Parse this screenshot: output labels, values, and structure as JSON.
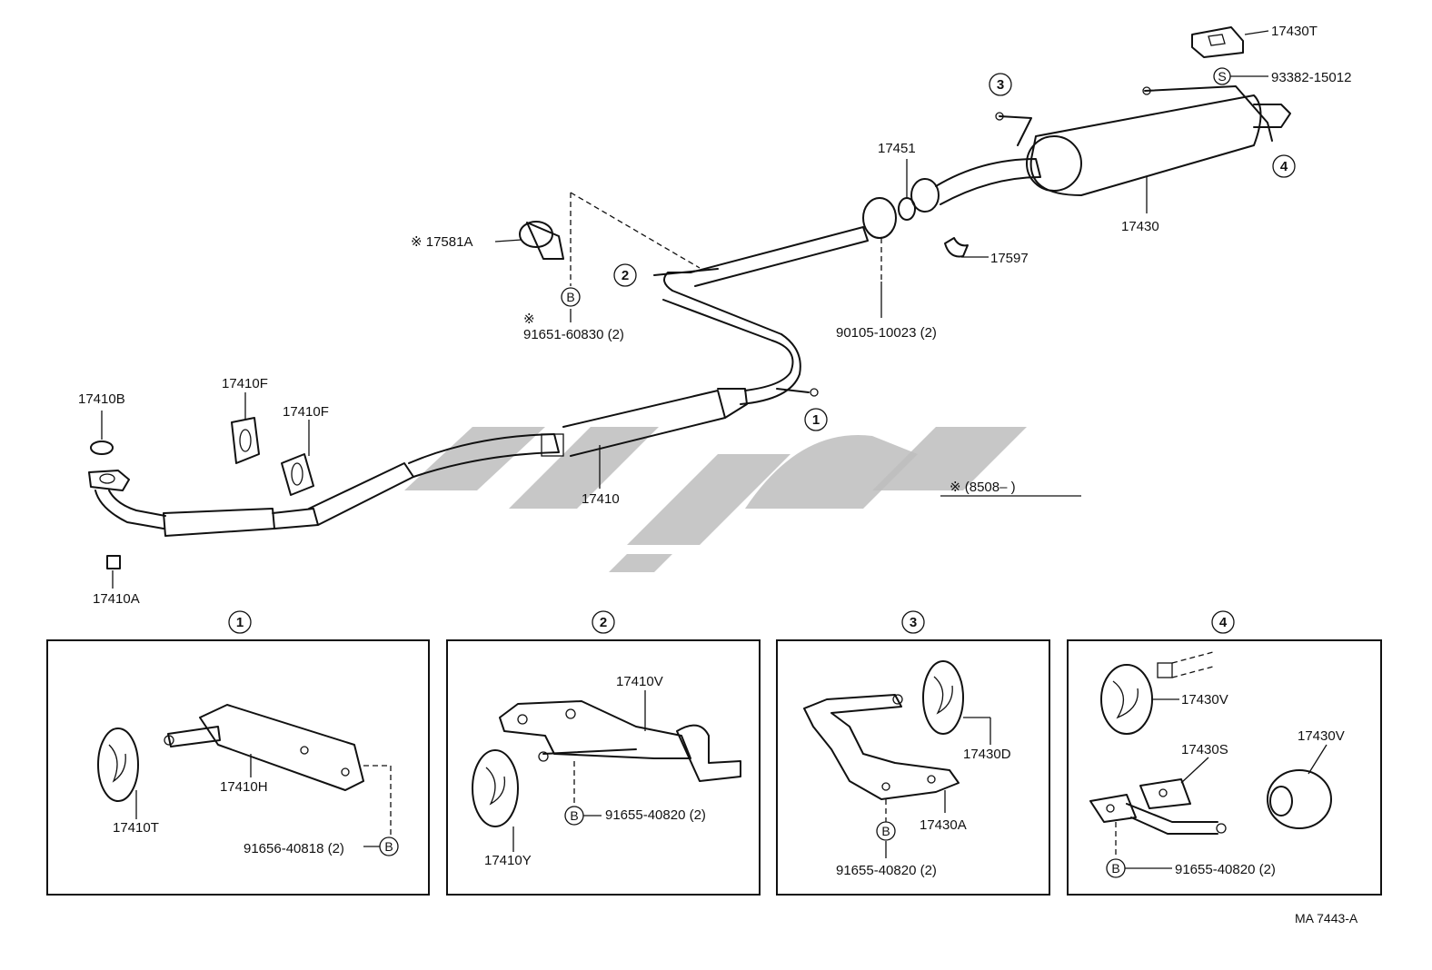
{
  "diagram_code": "MA 7443-A",
  "date_note": "※ (8508–        )",
  "callouts": {
    "c1": "1",
    "c2": "2",
    "c3": "3",
    "c4": "4"
  },
  "main_labels": {
    "p17430T": "17430T",
    "p93382": "93382-15012",
    "p17451": "17451",
    "p17430": "17430",
    "p17597": "17597",
    "p90105": "90105-10023 (2)",
    "p17581A": "※ 17581A",
    "p91651_mark": "※",
    "p91651": "91651-60830 (2)",
    "p17410B": "17410B",
    "p17410F_a": "17410F",
    "p17410F_b": "17410F",
    "p17410": "17410",
    "p17410A": "17410A"
  },
  "bolt_marks": {
    "B": "B",
    "S": "S"
  },
  "detail_boxes": [
    {
      "title": "1",
      "labels": {
        "a": "17410H",
        "b": "17410T",
        "c": "91656-40818 (2)"
      }
    },
    {
      "title": "2",
      "labels": {
        "a": "17410V",
        "b": "17410Y",
        "c": "91655-40820 (2)"
      }
    },
    {
      "title": "3",
      "labels": {
        "a": "17430D",
        "b": "17430A",
        "c": "91655-40820 (2)"
      }
    },
    {
      "title": "4",
      "labels": {
        "a": "17430V",
        "b": "17430V",
        "c": "17430S",
        "d": "91655-40820 (2)"
      }
    }
  ],
  "colors": {
    "line": "#111111",
    "watermark": "#bdbdbd",
    "background": "#ffffff"
  }
}
